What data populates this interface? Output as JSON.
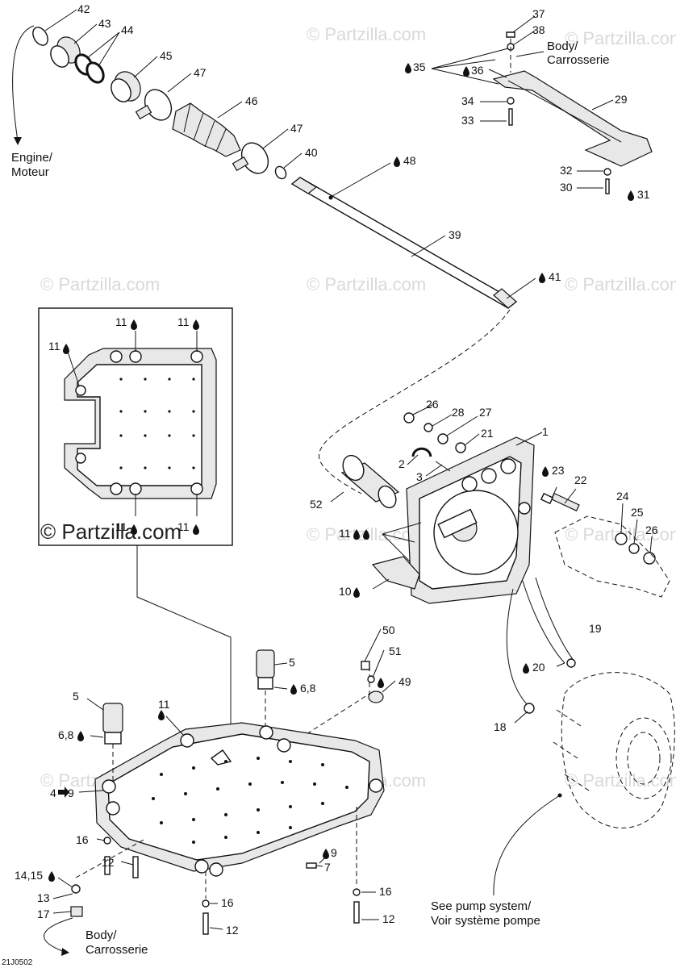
{
  "diagram_code": "21J0502",
  "watermarks": [
    "© Partzilla.com"
  ],
  "callouts": {
    "c42": "42",
    "c43": "43",
    "c44": "44",
    "c45": "45",
    "c47a": "47",
    "c46": "46",
    "c47b": "47",
    "c40": "40",
    "c48": "48",
    "c39": "39",
    "c41": "41",
    "c37": "37",
    "c38": "38",
    "c35": "35",
    "c36": "36",
    "c34": "34",
    "c33": "33",
    "c29": "29",
    "c32": "32",
    "c30": "30",
    "c31": "31",
    "c11a": "11",
    "c11b": "11",
    "c11c": "11",
    "c11d": "11",
    "c11e": "11",
    "c26a": "26",
    "c28": "28",
    "c27": "27",
    "c21": "21",
    "c1": "1",
    "c2": "2",
    "c3": "3",
    "c52": "52",
    "c11f": "11",
    "c10": "10",
    "c23": "23",
    "c22": "22",
    "c24": "24",
    "c25": "25",
    "c26b": "26",
    "c50": "50",
    "c51": "51",
    "c49": "49",
    "c5a": "5",
    "c68a": "6,8",
    "c5b": "5",
    "c68b": "6,8",
    "c11g": "11",
    "c49x": "4",
    "c9a": "9",
    "c9b": "9",
    "c7": "7",
    "c19": "19",
    "c20": "20",
    "c18": "18",
    "c16a": "16",
    "c12a": "12",
    "c1415": "14,15",
    "c13": "13",
    "c17": "17",
    "c16b": "16",
    "c12b": "12",
    "c16c": "16",
    "c12c": "12"
  },
  "notes": {
    "engine_1": "Engine/",
    "engine_2": "Moteur",
    "body_top_1": "Body/",
    "body_top_2": "Carrosserie",
    "body_bottom_1": "Body/",
    "body_bottom_2": "Carrosserie",
    "pump_1": "See pump system/",
    "pump_2": "Voir système pompe"
  }
}
